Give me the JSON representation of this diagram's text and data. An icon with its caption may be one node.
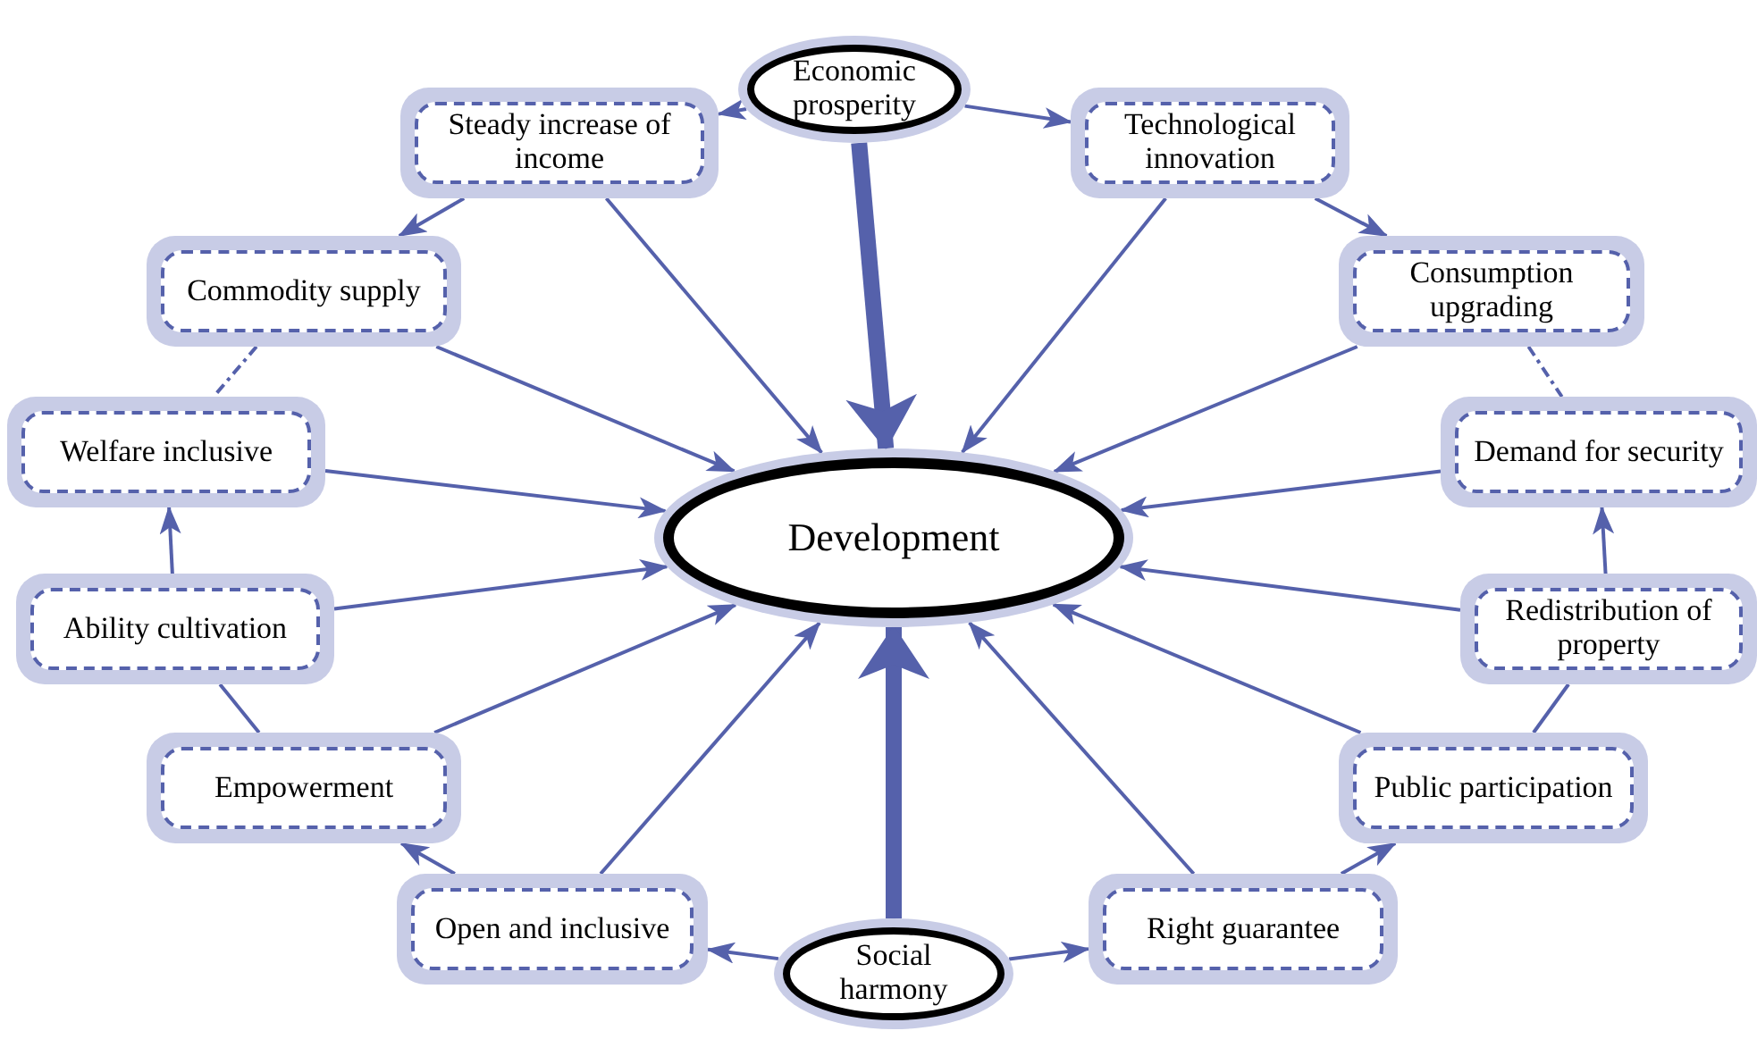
{
  "diagram": {
    "nodes": [
      {
        "text": [
          "Economic prosperity"
        ]
      },
      {
        "text": [
          "Steady increase of income"
        ]
      },
      {
        "text": [
          "Technological innovation"
        ]
      },
      {
        "text": [
          "Commodity supply"
        ]
      },
      {
        "text": [
          "Consumption upgrading"
        ]
      },
      {
        "text": [
          "Welfare inclusive"
        ]
      },
      {
        "text": [
          "Demand for security"
        ]
      },
      {
        "text": [
          "Development"
        ]
      },
      {
        "text": [
          "Ability cultivation"
        ]
      },
      {
        "text": [
          "Redistribution of property"
        ]
      },
      {
        "text": [
          "Empowerment"
        ]
      },
      {
        "text": [
          "Public participation"
        ]
      },
      {
        "text": [
          "Open and inclusive"
        ]
      },
      {
        "text": [
          "Right guarantee"
        ]
      },
      {
        "text": [
          "Social harmony"
        ]
      }
    ],
    "edges": [
      {
        "from": 0,
        "to": 7,
        "arrow": "to",
        "style": "thick"
      },
      {
        "from": 14,
        "to": 7,
        "arrow": "to",
        "style": "thick"
      },
      {
        "from": 0,
        "to": 1,
        "arrow": "to"
      },
      {
        "from": 1,
        "to": 3,
        "arrow": "to"
      },
      {
        "from": 3,
        "to": 5,
        "arrow": "none",
        "style": "dashed"
      },
      {
        "from": 8,
        "to": 5,
        "arrow": "to"
      },
      {
        "from": 10,
        "to": 8,
        "arrow": "none"
      },
      {
        "from": 12,
        "to": 10,
        "arrow": "to"
      },
      {
        "from": 14,
        "to": 12,
        "arrow": "to"
      },
      {
        "from": 0,
        "to": 2,
        "arrow": "to"
      },
      {
        "from": 2,
        "to": 4,
        "arrow": "to"
      },
      {
        "from": 4,
        "to": 6,
        "arrow": "none",
        "style": "dashed"
      },
      {
        "from": 9,
        "to": 6,
        "arrow": "to"
      },
      {
        "from": 11,
        "to": 9,
        "arrow": "none"
      },
      {
        "from": 13,
        "to": 11,
        "arrow": "to"
      },
      {
        "from": 14,
        "to": 13,
        "arrow": "to"
      },
      {
        "from": 1,
        "to": 7,
        "arrow": "to"
      },
      {
        "from": 2,
        "to": 7,
        "arrow": "to"
      },
      {
        "from": 3,
        "to": 7,
        "arrow": "to"
      },
      {
        "from": 4,
        "to": 7,
        "arrow": "to"
      },
      {
        "from": 5,
        "to": 7,
        "arrow": "to"
      },
      {
        "from": 6,
        "to": 7,
        "arrow": "to"
      },
      {
        "from": 8,
        "to": 7,
        "arrow": "to"
      },
      {
        "from": 9,
        "to": 7,
        "arrow": "to"
      },
      {
        "from": 10,
        "to": 7,
        "arrow": "to"
      },
      {
        "from": 11,
        "to": 7,
        "arrow": "to"
      },
      {
        "from": 12,
        "to": 7,
        "arrow": "to"
      },
      {
        "from": 13,
        "to": 7,
        "arrow": "to"
      }
    ]
  }
}
